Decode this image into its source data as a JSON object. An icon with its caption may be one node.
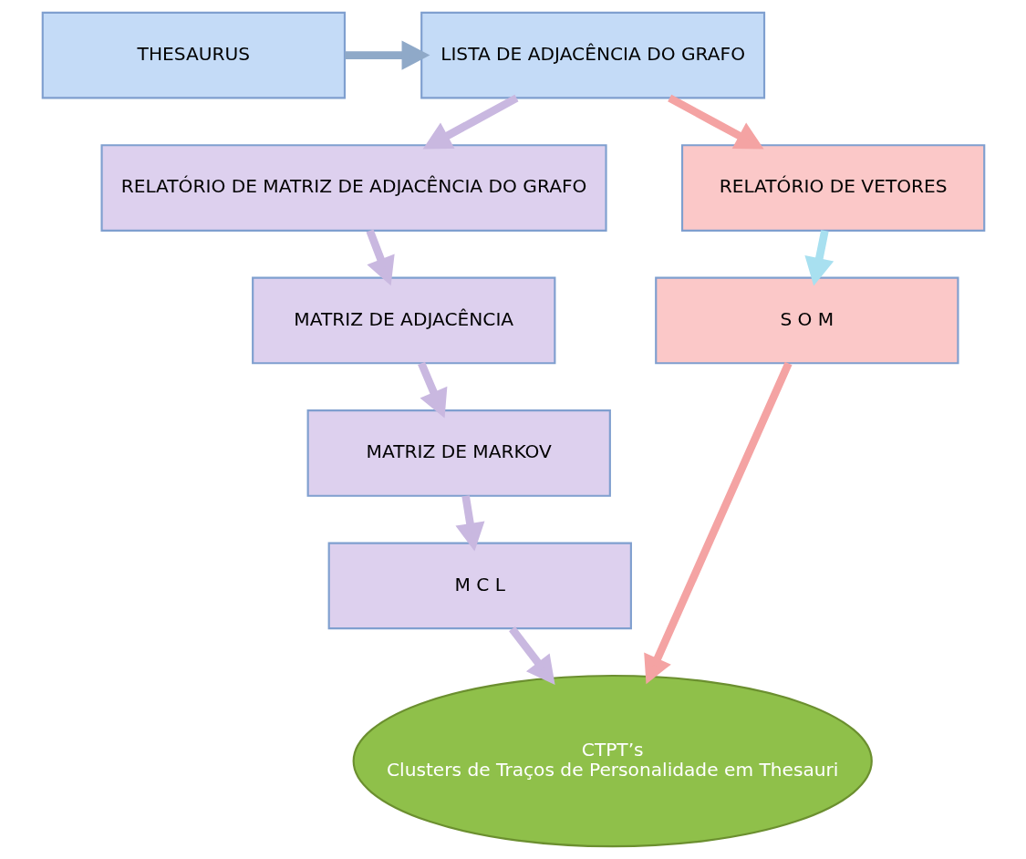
{
  "diagram": {
    "nodes": [
      {
        "text": [
          "THESAURUS"
        ]
      },
      {
        "text": [
          "LISTA DE ADJACÊNCIA DO GRAFO"
        ]
      },
      {
        "text": [
          "RELATÓRIO DE MATRIZ DE ADJACÊNCIA DO GRAFO"
        ]
      },
      {
        "text": [
          "RELATÓRIO DE VETORES"
        ]
      },
      {
        "text": [
          "MATRIZ DE ADJACÊNCIA"
        ]
      },
      {
        "text": [
          "S O M"
        ]
      },
      {
        "text": [
          "MATRIZ DE MARKOV"
        ]
      },
      {
        "text": [
          "M C L"
        ]
      },
      {
        "text": [
          "CTPT’s",
          "Clusters de Traços de Personalidade em Thesauri"
        ]
      }
    ],
    "edges": [
      {
        "from": 0,
        "to": 1,
        "arrow": "to",
        "color": "#8fa9c8"
      },
      {
        "from": 1,
        "to": 2,
        "arrow": "to"
      },
      {
        "from": 1,
        "to": 3,
        "arrow": "to",
        "color": "#f4a3a3"
      },
      {
        "from": 2,
        "to": 4,
        "arrow": "to"
      },
      {
        "from": 3,
        "to": 5,
        "arrow": "to",
        "color": "#a8e0f0"
      },
      {
        "from": 4,
        "to": 6,
        "arrow": "to"
      },
      {
        "from": 6,
        "to": 7,
        "arrow": "to"
      },
      {
        "from": 7,
        "to": 8,
        "arrow": "to"
      },
      {
        "from": 5,
        "to": 8,
        "arrow": "to",
        "color": "#f4a3a3"
      }
    ]
  }
}
